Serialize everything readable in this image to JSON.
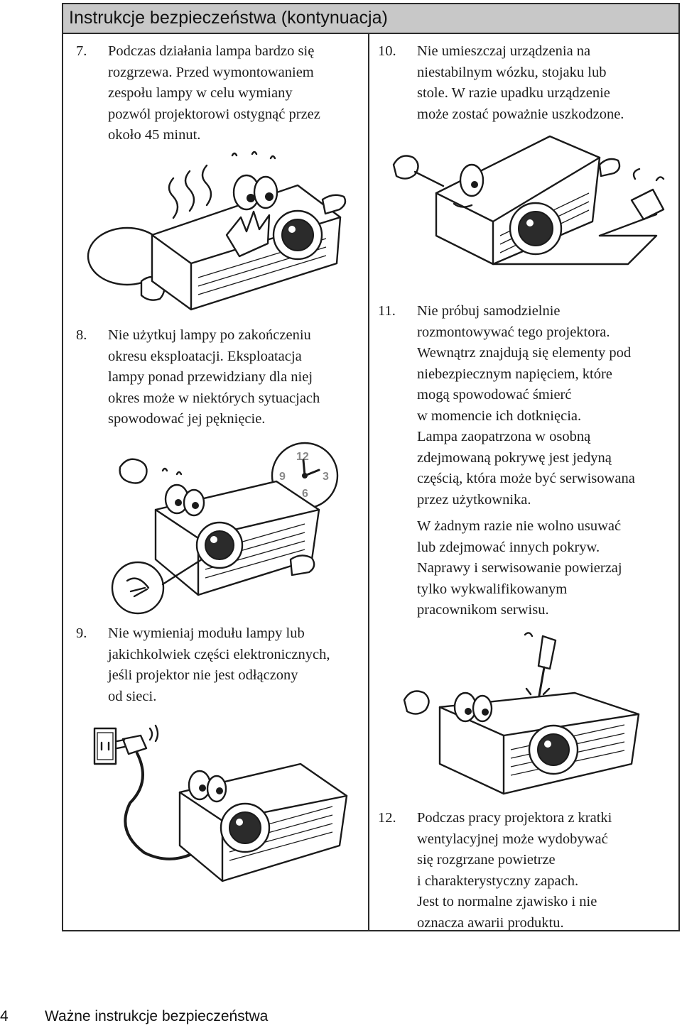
{
  "header": {
    "title": "Instrukcje bezpieczeństwa (kontynuacja)"
  },
  "items": [
    {
      "number": "7.",
      "lines": [
        "Podczas działania lampa bardzo się",
        "rozgrzewa. Przed wymontowaniem",
        "zespołu lampy w celu wymiany",
        "pozwól projektorowi ostygnąć przez",
        "około 45 minut."
      ]
    },
    {
      "number": "8.",
      "lines": [
        "Nie użytkuj lampy po zakończeniu",
        "okresu eksploatacji. Eksploatacja",
        "lampy ponad przewidziany dla niej",
        "okres może w niektórych sytuacjach",
        "spowodować jej pęknięcie."
      ]
    },
    {
      "number": "9.",
      "lines": [
        "Nie wymieniaj modułu lampy lub",
        "jakichkolwiek części elektronicznych,",
        "jeśli projektor nie jest odłączony",
        "od sieci."
      ]
    },
    {
      "number": "10.",
      "lines": [
        "Nie umieszczaj urządzenia na",
        "niestabilnym wózku, stojaku lub",
        "stole. W razie upadku urządzenie",
        "może zostać poważnie uszkodzone."
      ]
    },
    {
      "number": "11.",
      "lines": [
        "Nie próbuj samodzielnie",
        "rozmontowywać tego projektora.",
        "Wewnątrz znajdują się elementy pod",
        "niebezpiecznym napięciem, które",
        "mogą spowodować śmierć",
        "w momencie ich dotknięcia.",
        "Lampa zaopatrzona w osobną",
        "zdejmowaną pokrywę jest jedyną",
        "częścią, która może być serwisowana",
        "przez użytkownika."
      ],
      "extra_lines": [
        "W żadnym razie nie wolno usuwać",
        "lub zdejmować innych pokryw.",
        "Naprawy i serwisowanie powierzaj",
        "tylko wykwalifikowanym",
        "pracownikom serwisu."
      ]
    },
    {
      "number": "12.",
      "lines": [
        "Podczas pracy projektora z kratki",
        "wentylacyjnej może wydobywać",
        "się rozgrzane powietrze",
        "i charakterystyczny zapach.",
        "Jest to normalne zjawisko i nie",
        "oznacza awarii produktu."
      ]
    }
  ],
  "clock": {
    "n12": "12",
    "n3": "3",
    "n6": "6",
    "n9": "9"
  },
  "footer": {
    "page_number": "4",
    "section": "Ważne instrukcje bezpieczeństwa"
  }
}
